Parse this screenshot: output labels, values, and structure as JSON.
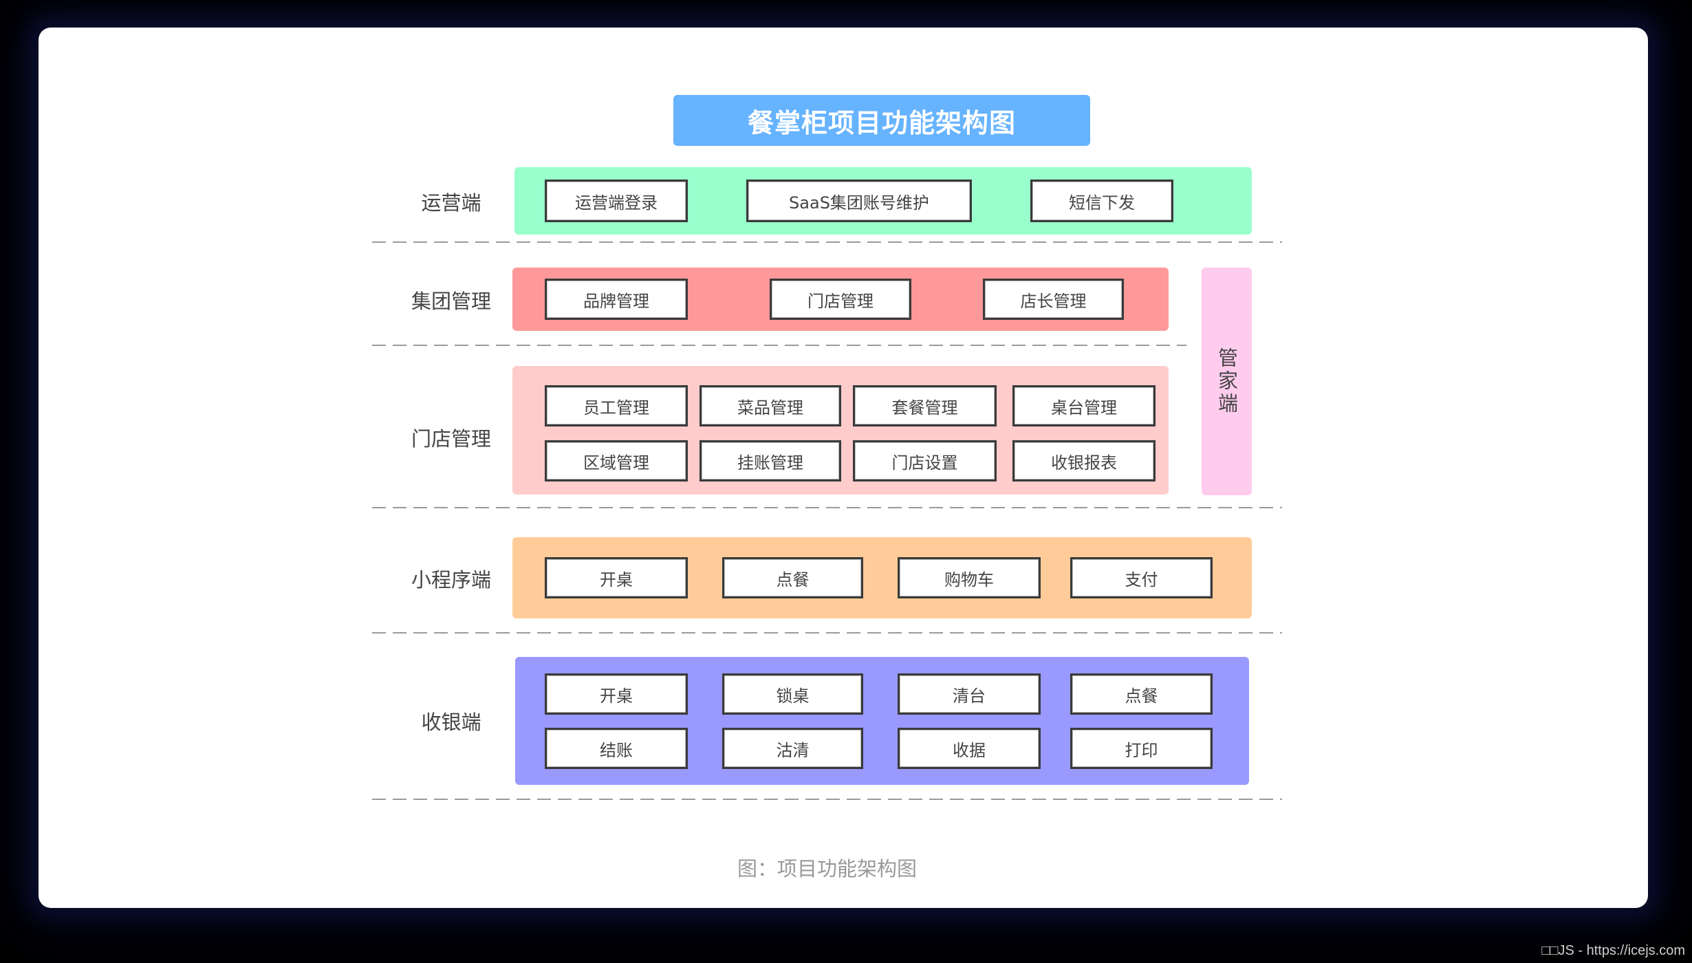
{
  "title": "餐掌柜项目功能架构图",
  "caption": "图：项目功能架构图",
  "watermark": "□□JS - https://icejs.com",
  "side_panel": {
    "label": "管家端",
    "color": "#ffccee"
  },
  "layers": [
    {
      "label": "运营端",
      "color": "#99ffcc",
      "items": [
        "运营端登录",
        "SaaS集团账号维护",
        "短信下发"
      ]
    },
    {
      "label": "集团管理",
      "color": "#ff9999",
      "items": [
        "品牌管理",
        "门店管理",
        "店长管理"
      ]
    },
    {
      "label": "门店管理",
      "color": "#ffcccc",
      "items": [
        "员工管理",
        "菜品管理",
        "套餐管理",
        "桌台管理",
        "区域管理",
        "挂账管理",
        "门店设置",
        "收银报表"
      ]
    },
    {
      "label": "小程序端",
      "color": "#ffcc99",
      "items": [
        "开桌",
        "点餐",
        "购物车",
        "支付"
      ]
    },
    {
      "label": "收银端",
      "color": "#9999ff",
      "items": [
        "开桌",
        "锁桌",
        "清台",
        "点餐",
        "结账",
        "沽清",
        "收据",
        "打印"
      ]
    }
  ]
}
